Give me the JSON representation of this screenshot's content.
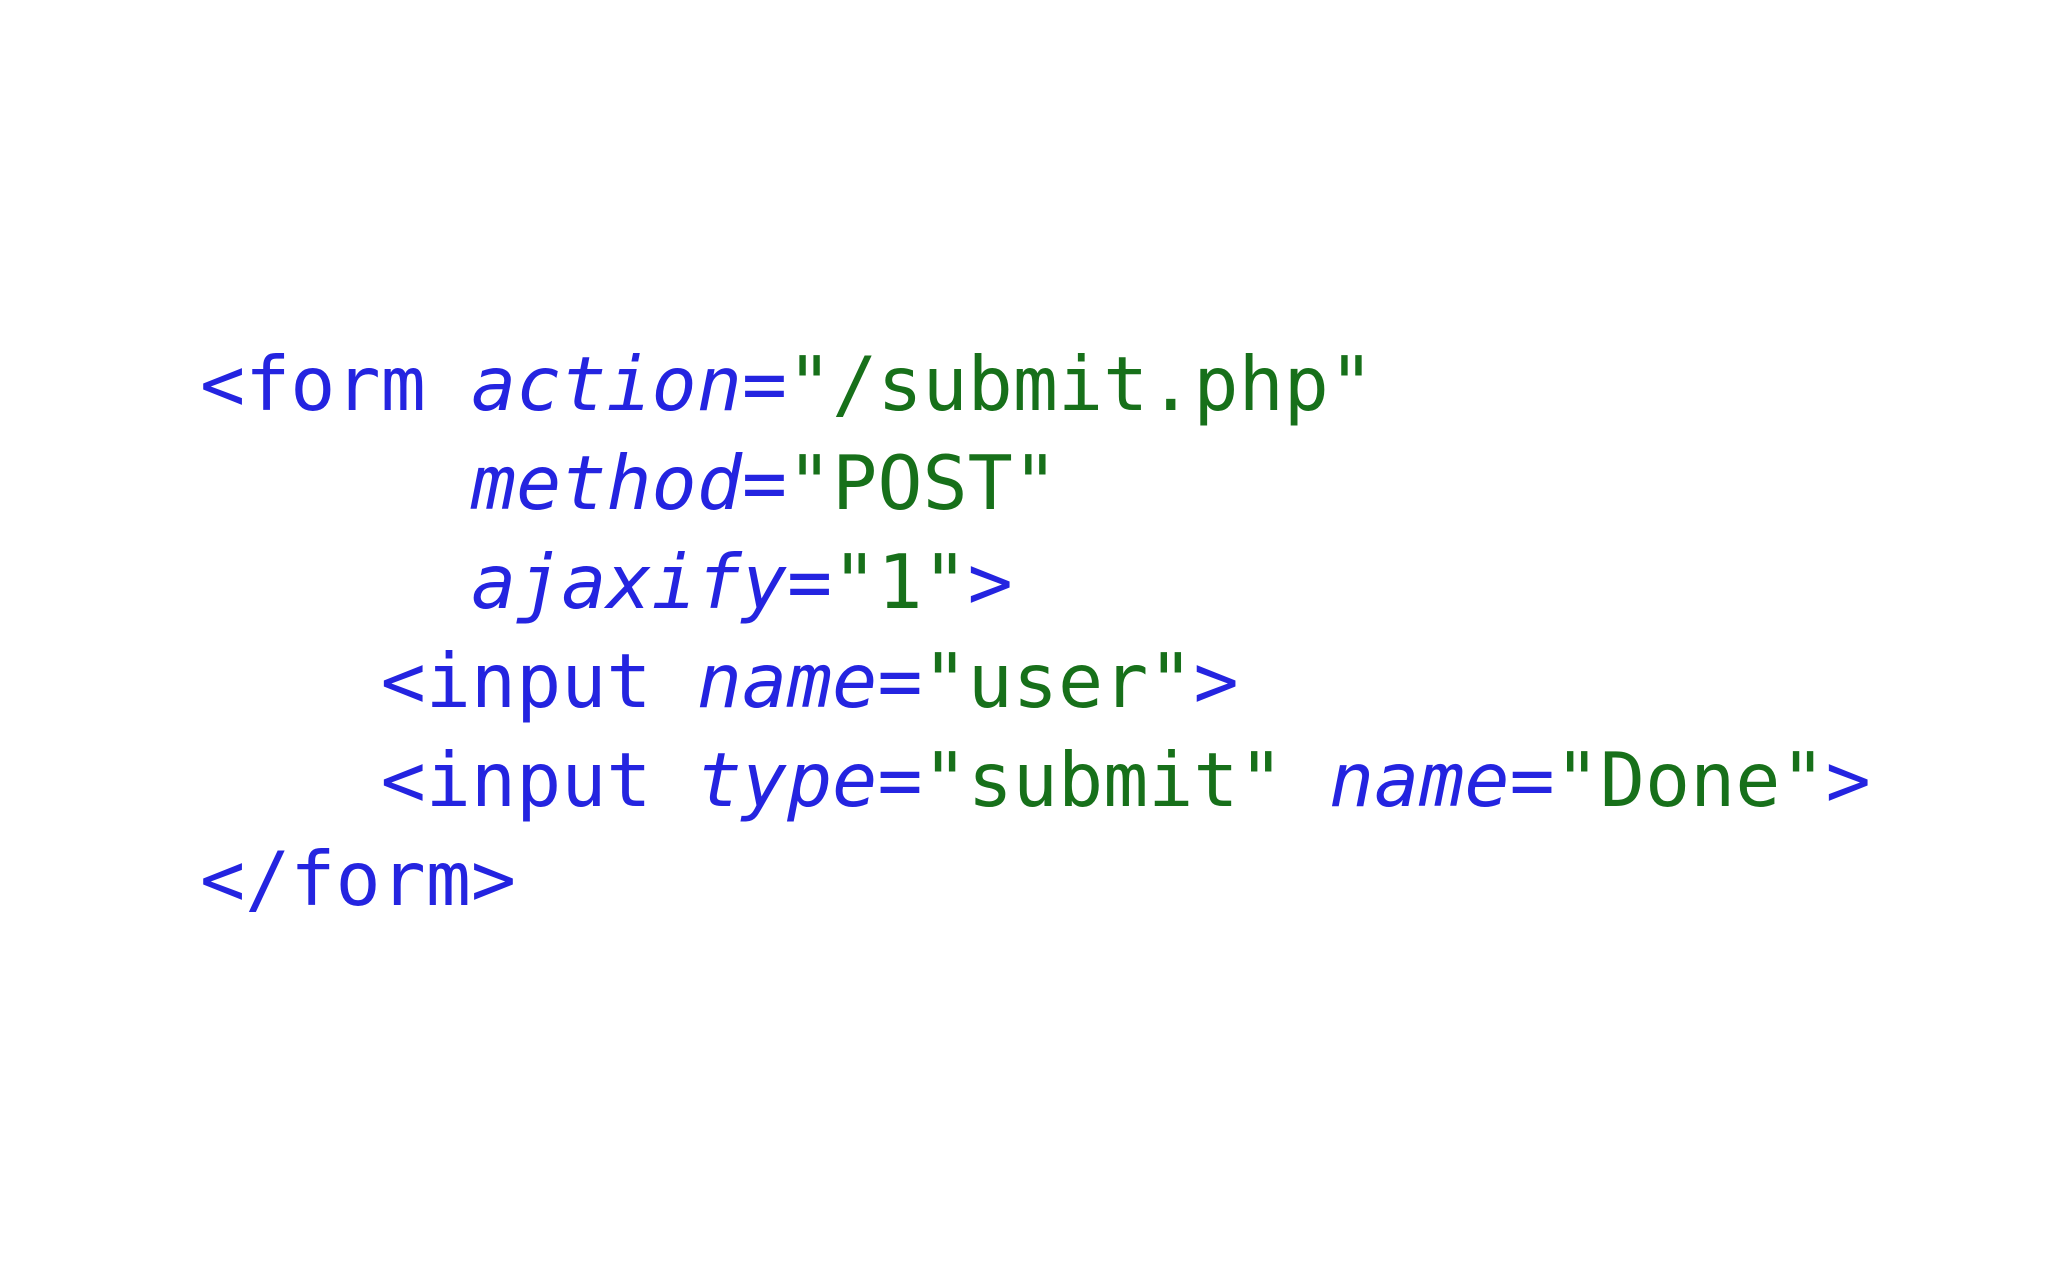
{
  "colors": {
    "tag": "#2424e0",
    "attribute": "#2424e0",
    "string": "#17701a",
    "background": "#ffffff"
  },
  "code": {
    "lines": [
      {
        "indent": "",
        "tokens": [
          {
            "type": "tag",
            "text": "<form"
          },
          {
            "type": "space",
            "text": " "
          },
          {
            "type": "attr",
            "text": "action"
          },
          {
            "type": "punct",
            "text": "="
          },
          {
            "type": "str",
            "text": "\"/submit.php\""
          }
        ]
      },
      {
        "indent": "      ",
        "tokens": [
          {
            "type": "attr",
            "text": "method"
          },
          {
            "type": "punct",
            "text": "="
          },
          {
            "type": "str",
            "text": "\"POST\""
          }
        ]
      },
      {
        "indent": "      ",
        "tokens": [
          {
            "type": "attr",
            "text": "ajaxify"
          },
          {
            "type": "punct",
            "text": "="
          },
          {
            "type": "str",
            "text": "\"1\""
          },
          {
            "type": "tag",
            "text": ">"
          }
        ]
      },
      {
        "indent": "    ",
        "tokens": [
          {
            "type": "tag",
            "text": "<input"
          },
          {
            "type": "space",
            "text": " "
          },
          {
            "type": "attr",
            "text": "name"
          },
          {
            "type": "punct",
            "text": "="
          },
          {
            "type": "str",
            "text": "\"user\""
          },
          {
            "type": "tag",
            "text": ">"
          }
        ]
      },
      {
        "indent": "    ",
        "tokens": [
          {
            "type": "tag",
            "text": "<input"
          },
          {
            "type": "space",
            "text": " "
          },
          {
            "type": "attr",
            "text": "type"
          },
          {
            "type": "punct",
            "text": "="
          },
          {
            "type": "str",
            "text": "\"submit\""
          },
          {
            "type": "space",
            "text": " "
          },
          {
            "type": "attr",
            "text": "name"
          },
          {
            "type": "punct",
            "text": "="
          },
          {
            "type": "str",
            "text": "\"Done\""
          },
          {
            "type": "tag",
            "text": ">"
          }
        ]
      },
      {
        "indent": "",
        "tokens": [
          {
            "type": "tag",
            "text": "</form>"
          }
        ]
      }
    ]
  }
}
